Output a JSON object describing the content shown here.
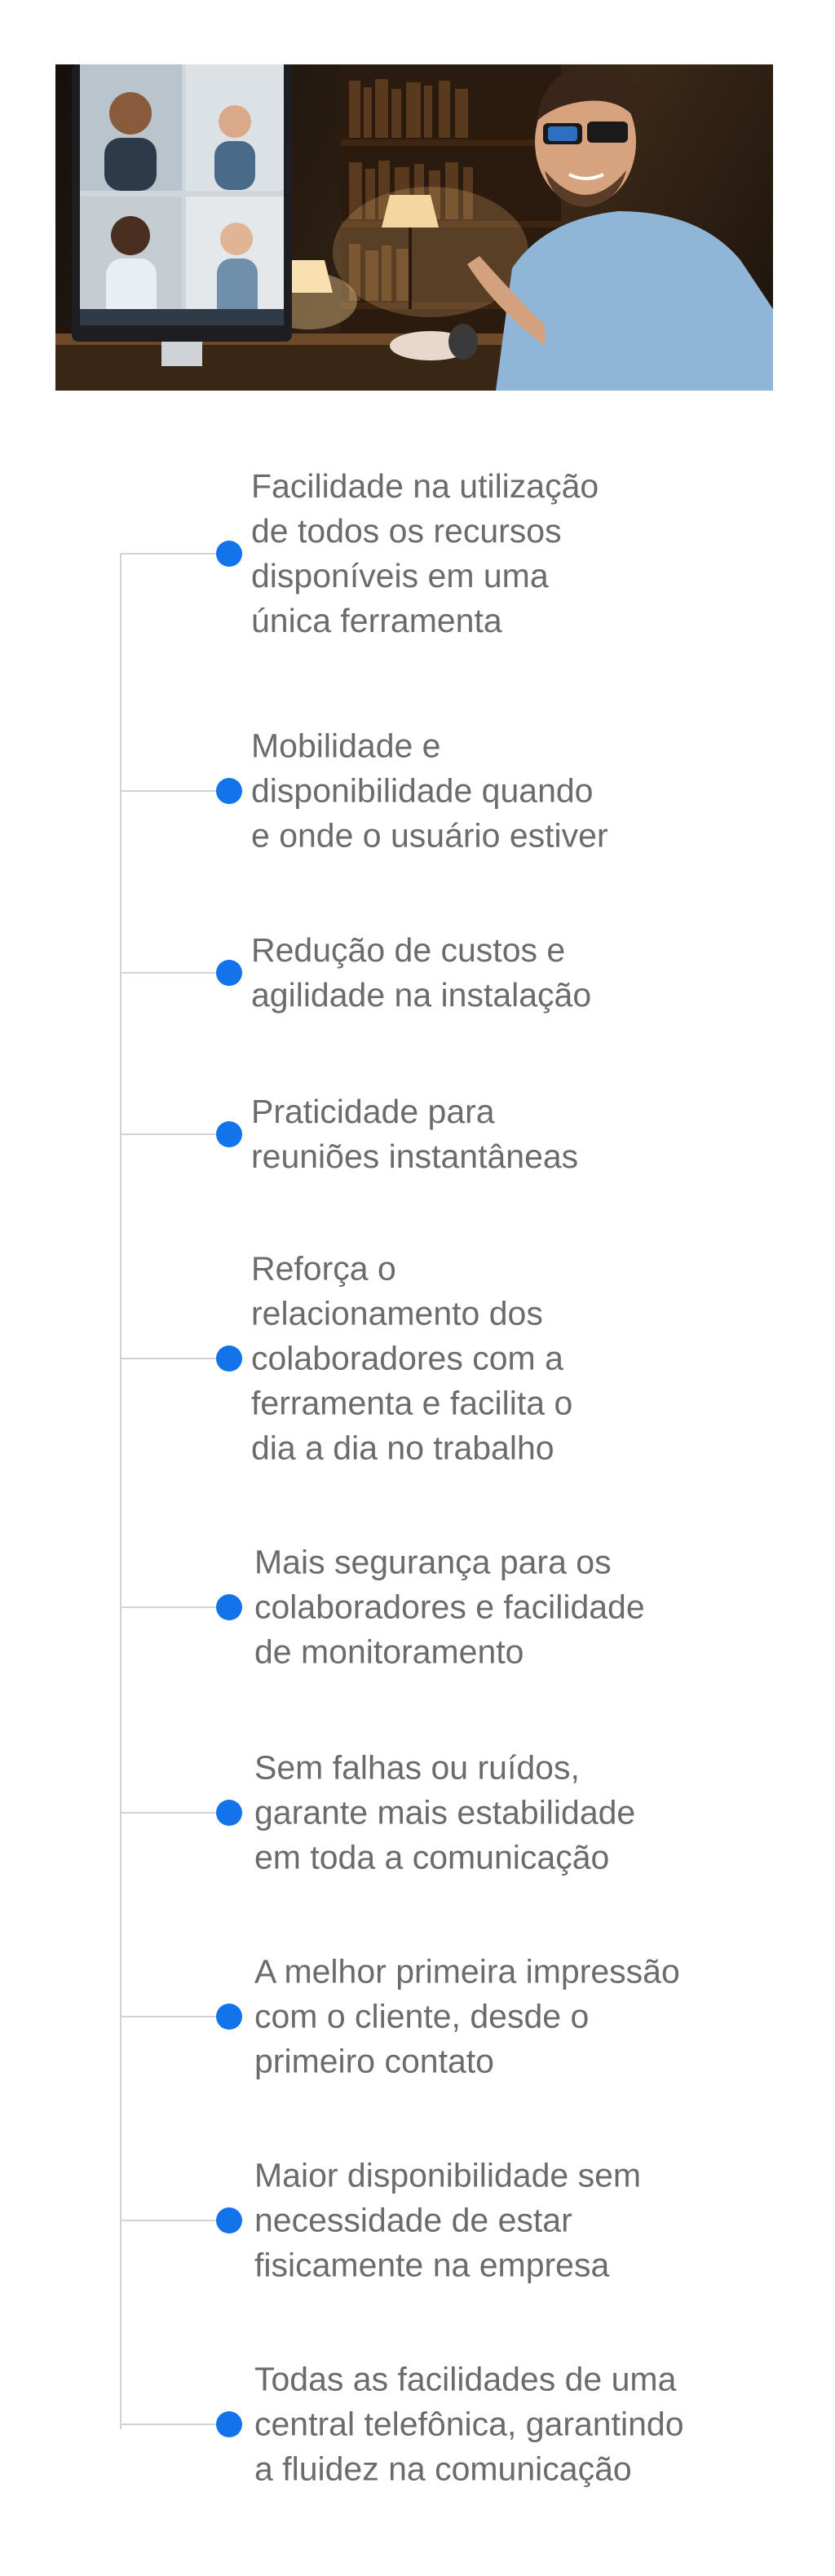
{
  "hero": {
    "icon": "video-call-photo",
    "accent": "#1273eb"
  },
  "benefits": [
    {
      "text": "Facilidade na utilização\nde todos os recursos\ndisponíveis em uma\núnica ferramenta"
    },
    {
      "text": "Mobilidade e\ndisponibilidade quando\ne onde o usuário estiver"
    },
    {
      "text": "Redução de custos e\nagilidade na instalação"
    },
    {
      "text": "Praticidade para\nreuniões instantâneas"
    },
    {
      "text": "Reforça o\nrelacionamento dos\ncolaboradores com a\nferramenta e facilita o\ndia a dia no trabalho"
    },
    {
      "text": "Mais segurança para os\ncolaboradores e facilidade\nde monitoramento"
    },
    {
      "text": "Sem falhas ou ruídos,\ngarante mais estabilidade\nem toda a comunicação"
    },
    {
      "text": "A melhor primeira impressão\ncom o cliente, desde o\nprimeiro contato"
    },
    {
      "text": "Maior disponibilidade sem\nnecessidade de estar\nfisicamente na empresa"
    },
    {
      "text": "Todas as facilidades de uma\ncentral telefônica, garantindo\na fluidez na comunicação"
    }
  ]
}
